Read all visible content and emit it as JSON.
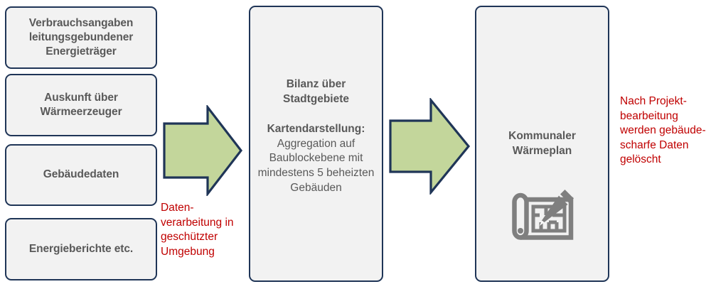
{
  "diagram": {
    "title": "Kommunale Waermeplanung Datenfluss",
    "colors": {
      "box_fill": "#F2F2F2",
      "box_border": "#1F3557",
      "arrow_fill": "#C3D69B",
      "arrow_border": "#1F3557",
      "text": "#595959",
      "note_text": "#C00000",
      "icon": "#7F7F7F",
      "background": "#FFFFFF"
    },
    "sources": {
      "items": [
        {
          "label": "Verbrauchsangaben leitungsgebundener Energieträger"
        },
        {
          "label": "Auskunft über Wärmeerzeuger"
        },
        {
          "label": "Gebäudedaten"
        },
        {
          "label": "Energieberichte etc."
        }
      ]
    },
    "arrows": [
      {
        "name": "arrow-sources-to-processing",
        "direction": "right"
      },
      {
        "name": "arrow-processing-to-result",
        "direction": "right"
      }
    ],
    "processing": {
      "title": "Bilanz über Stadtgebiete",
      "sub_heading": "Kartendarstellung:",
      "sub_body": "Aggregation auf Baublockebene mit mindestens 5 beheizten Gebäuden"
    },
    "result": {
      "title": "Kommunaler Wärmeplan",
      "icon_name": "blueprint-pencil-icon"
    },
    "notes": {
      "left": "Daten-verarbeitung in geschützter Umgebung",
      "right": "Nach Projekt-bearbeitung werden gebäude-scharfe Daten gelöscht"
    }
  }
}
